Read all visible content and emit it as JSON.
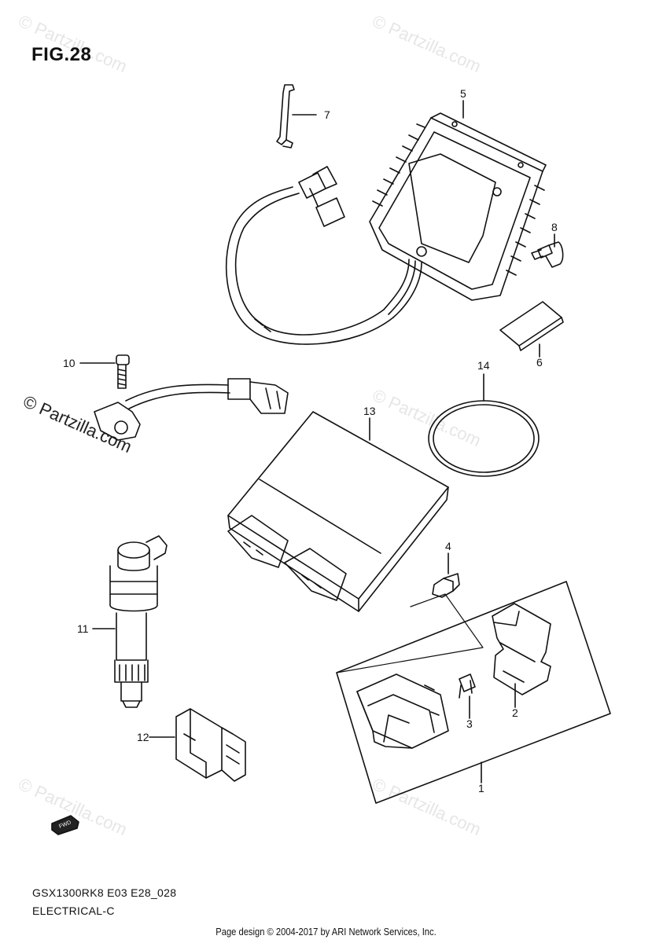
{
  "figure": {
    "title": "FIG.28",
    "model_code": "GSX1300RK8 E03 E28_028",
    "section_name": "ELECTRICAL-C"
  },
  "footer": {
    "text": "Page design © 2004-2017 by ARI Network Services, Inc."
  },
  "watermark": {
    "text": "© Partzilla.com"
  },
  "fwd_badge": "FWD",
  "callouts": [
    "1",
    "2",
    "3",
    "4",
    "5",
    "6",
    "7",
    "8",
    "10",
    "11",
    "12",
    "13",
    "14"
  ]
}
